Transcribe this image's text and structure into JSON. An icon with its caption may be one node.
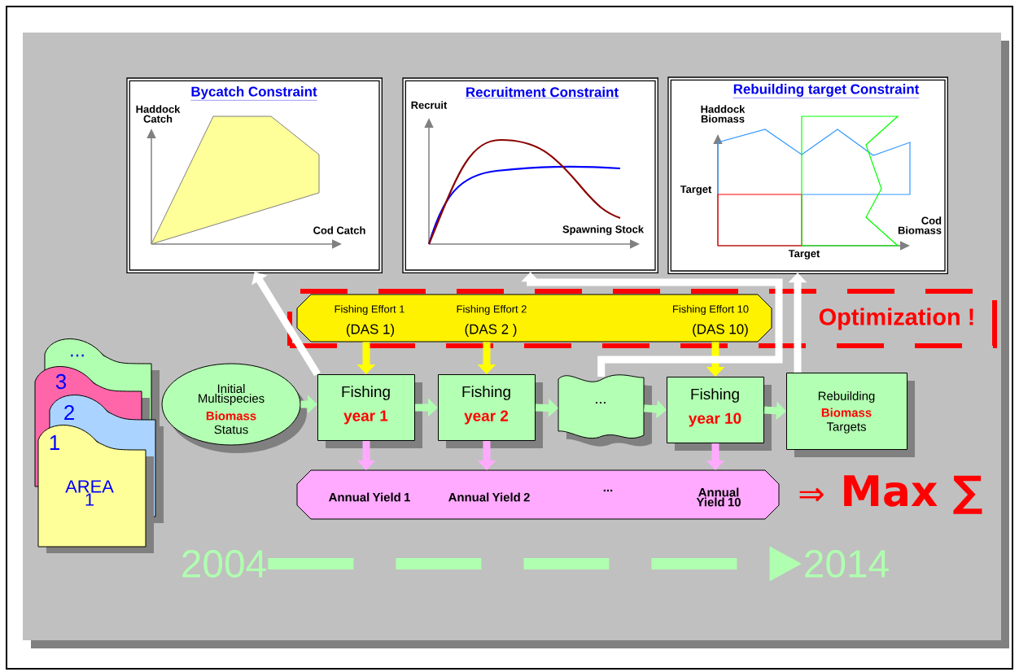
{
  "diagram": {
    "nodes": [
      {
        "text": [
          "Bycatch Constraint",
          "Haddock Catch",
          "Cod Catch"
        ]
      },
      {
        "text": [
          "Recruitment Constraint",
          "Recruit",
          "Spawning Stock"
        ]
      },
      {
        "text": [
          "Rebuilding target Constraint",
          "Haddock Biomass",
          "Target",
          "Cod Biomass",
          "Target"
        ]
      },
      {
        "text": [
          "Optimization !"
        ]
      },
      {
        "text": [
          "Fishing Effort 1",
          "(DAS 1)",
          "Fishing Effort 2",
          "(DAS 2 )",
          "Fishing Effort 10",
          "(DAS 10)"
        ],
        "in": 3
      },
      {
        "text": [
          "...",
          "3",
          "2",
          "1",
          "AREA 1"
        ]
      },
      {
        "text": [
          "Initial Multispecies",
          "Biomass",
          "Status"
        ]
      },
      {
        "text": [
          "Fishing",
          "year 1"
        ]
      },
      {
        "text": [
          "Fishing",
          "year 2"
        ]
      },
      {
        "text": [
          "..."
        ]
      },
      {
        "text": [
          "Fishing",
          "year 10"
        ]
      },
      {
        "text": [
          "Rebuilding",
          "Biomass",
          "Targets"
        ]
      },
      {
        "text": [
          "Annual Yield 1",
          "Annual Yield 2",
          "...",
          "Annual Yield 10"
        ]
      },
      {
        "text": [
          "2004"
        ]
      },
      {
        "text": [
          "2014"
        ]
      }
    ],
    "edges": [
      {
        "from": 6,
        "to": 7,
        "arrow": "to",
        "color": "#b0ffb0"
      },
      {
        "from": 7,
        "to": 8,
        "arrow": "to",
        "color": "#b0ffb0"
      },
      {
        "from": 8,
        "to": 9,
        "arrow": "to",
        "color": "#b0ffb0"
      },
      {
        "from": 9,
        "to": 10,
        "arrow": "to",
        "color": "#b0ffb0"
      },
      {
        "from": 10,
        "to": 11,
        "arrow": "to",
        "color": "#b0ffb0"
      },
      {
        "from": 4,
        "to": 7,
        "arrow": "to",
        "color": "#ffff00"
      },
      {
        "from": 4,
        "to": 8,
        "arrow": "to",
        "color": "#ffff00"
      },
      {
        "from": 4,
        "to": 10,
        "arrow": "to",
        "color": "#ffff00"
      },
      {
        "from": 7,
        "to": 12,
        "arrow": "to",
        "color": "#ffaaff"
      },
      {
        "from": 8,
        "to": 12,
        "arrow": "to",
        "color": "#ffaaff"
      },
      {
        "from": 10,
        "to": 12,
        "arrow": "to",
        "color": "#ffaaff"
      },
      {
        "from": 7,
        "to": 0,
        "arrow": "to",
        "color": "#ffffff"
      },
      {
        "from": 9,
        "to": 1,
        "arrow": "to",
        "color": "#ffffff"
      },
      {
        "from": 11,
        "to": 2,
        "arrow": "to",
        "color": "#ffffff"
      },
      {
        "from": 13,
        "to": 14,
        "arrow": "to",
        "style": "dashed",
        "color": "#b0ffb0"
      }
    ],
    "labels": [
      "⇒",
      "Max ∑"
    ]
  }
}
